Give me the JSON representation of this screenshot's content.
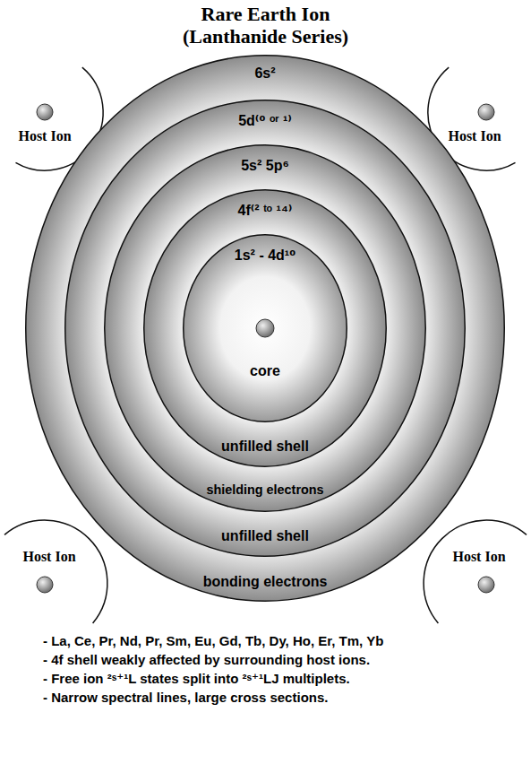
{
  "diagram": {
    "title": "Rare Earth Ion (Lanthanide Series)",
    "nodes": [
      {
        "text": [
          "6s²",
          "bonding electrons"
        ]
      },
      {
        "text": [
          "5d⁽⁰ ᵒʳ ¹⁾",
          "unfilled shell"
        ],
        "in": 0
      },
      {
        "text": [
          "5s² 5p⁶",
          "shielding electrons"
        ],
        "in": 1
      },
      {
        "text": [
          "4f⁽² ᵗᵒ ¹⁴⁾",
          "unfilled shell"
        ],
        "in": 2
      },
      {
        "text": [
          "1s² - 4d¹⁰",
          "core"
        ],
        "in": 3
      }
    ],
    "labels": [
      "Host Ion",
      "Host Ion",
      "Host Ion",
      "Host Ion",
      "- La, Ce, Pr, Nd, Pr, Sm, Eu, Gd, Tb, Dy, Ho, Er, Tm, Yb",
      "- 4f shell weakly affected by surrounding host ions.",
      "- Free ion ²ˢ⁺¹L states split into ²ˢ⁺¹LJ multiplets.",
      "- Narrow spectral lines, large cross sections."
    ]
  }
}
